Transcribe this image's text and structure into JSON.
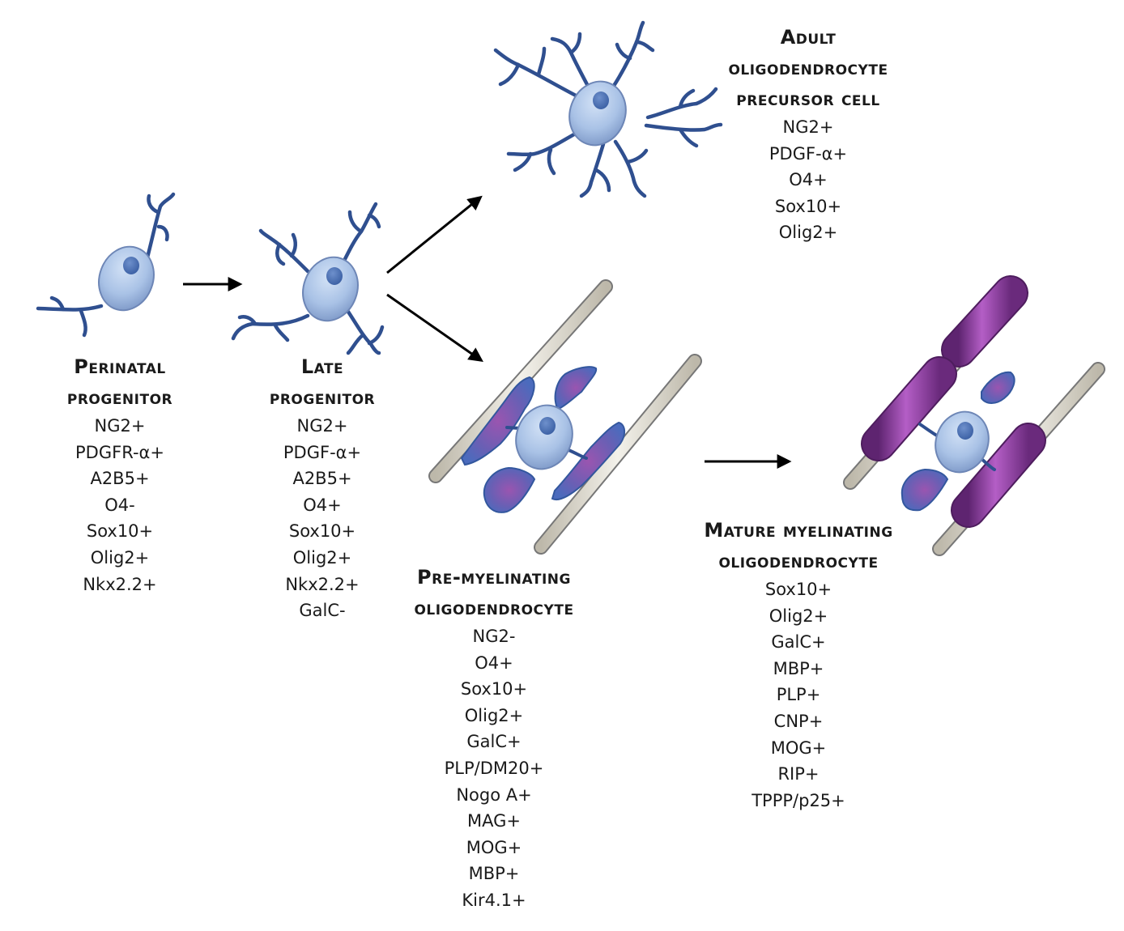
{
  "stages": {
    "perinatal": {
      "title_line1": "Perinatal",
      "title_line2": "progenitor",
      "markers": [
        "NG2+",
        "PDGFR-α+",
        "A2B5+",
        "O4-",
        "Sox10+",
        "Olig2+",
        "Nkx2.2+"
      ]
    },
    "late": {
      "title_line1": "Late",
      "title_line2": "progenitor",
      "markers": [
        "NG2+",
        "PDGF-α+",
        "A2B5+",
        "O4+",
        "Sox10+",
        "Olig2+",
        "Nkx2.2+",
        "GalC-"
      ]
    },
    "adult_opc": {
      "title_line1": "Adult",
      "title_line2": "oligodendrocyte",
      "title_line3": "precursor cell",
      "markers": [
        "NG2+",
        "PDGF-α+",
        "O4+",
        "Sox10+",
        "Olig2+"
      ]
    },
    "pre_myelinating": {
      "title_line1": "Pre-myelinating",
      "title_line2": "oligodendrocyte",
      "markers": [
        "NG2-",
        "O4+",
        "Sox10+",
        "Olig2+",
        "GalC+",
        "PLP/DM20+",
        "Nogo A+",
        "MAG+",
        "MOG+",
        "MBP+",
        "Kir4.1+"
      ]
    },
    "mature": {
      "title_line1": "Mature myelinating",
      "title_line2": "oligodendrocyte",
      "markers": [
        "Sox10+",
        "Olig2+",
        "GalC+",
        "MBP+",
        "PLP+",
        "CNP+",
        "MOG+",
        "RIP+",
        "TPPP/p25+"
      ]
    }
  },
  "colors": {
    "cell_body": "#a9c2e6",
    "nucleus": "#4a72b8",
    "process": "#2f4f8f",
    "axon": "#e2ded3",
    "myelin": "#8a3f96",
    "arrow": "#000000"
  }
}
